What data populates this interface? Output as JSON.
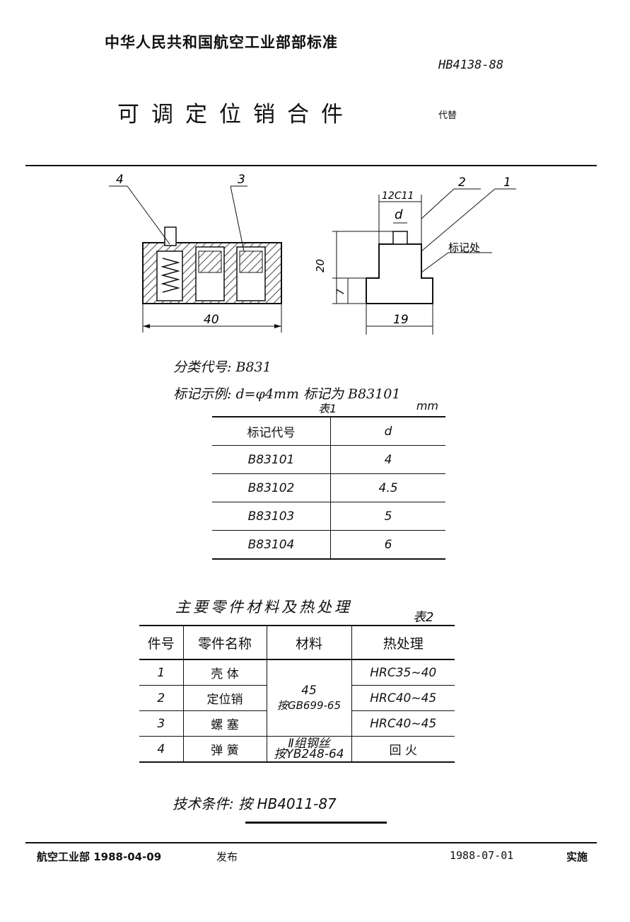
{
  "header": {
    "org": "中华人民共和国航空工业部部标准",
    "std_no": "HB4138-88",
    "title": "可调定位销合件",
    "replace": "代替"
  },
  "drawing": {
    "labels": [
      "4",
      "3",
      "2",
      "1"
    ],
    "dim_width_left": "40",
    "dim_width_right": "19",
    "dim_height": "20",
    "dim_step": "7",
    "dim_top": "12C11",
    "dim_d": "d",
    "mark_note": "标记处"
  },
  "info": {
    "class_code": "分类代号: B831",
    "mark_example": "标记示例: d=φ4mm 标记为 B83101"
  },
  "table1": {
    "caption": "表1",
    "unit": "mm",
    "headers": [
      "标记代号",
      "d"
    ],
    "rows": [
      [
        "B83101",
        "4"
      ],
      [
        "B83102",
        "4.5"
      ],
      [
        "B83103",
        "5"
      ],
      [
        "B83104",
        "6"
      ]
    ]
  },
  "table2": {
    "title": "主要零件材料及热处理",
    "caption": "表2",
    "headers": [
      "件号",
      "零件名称",
      "材料",
      "热处理"
    ],
    "rows": [
      {
        "no": "1",
        "name": "壳 体",
        "heat": "HRC35~40"
      },
      {
        "no": "2",
        "name": "定位销",
        "heat": "HRC40~45"
      },
      {
        "no": "3",
        "name": "螺 塞",
        "heat": "HRC40~45"
      },
      {
        "no": "4",
        "name": "弹 簧",
        "material_a": "Ⅱ组钢丝",
        "material_b": "按YB248-64",
        "heat": "回 火"
      }
    ],
    "material_main_a": "45",
    "material_main_b": "按GB699-65"
  },
  "tech": "技术条件: 按 HB4011-87",
  "footer": {
    "issuer": "航空工业部 1988-04-09",
    "publish": "发布",
    "impl_date": "1988-07-01",
    "impl": "实施"
  }
}
